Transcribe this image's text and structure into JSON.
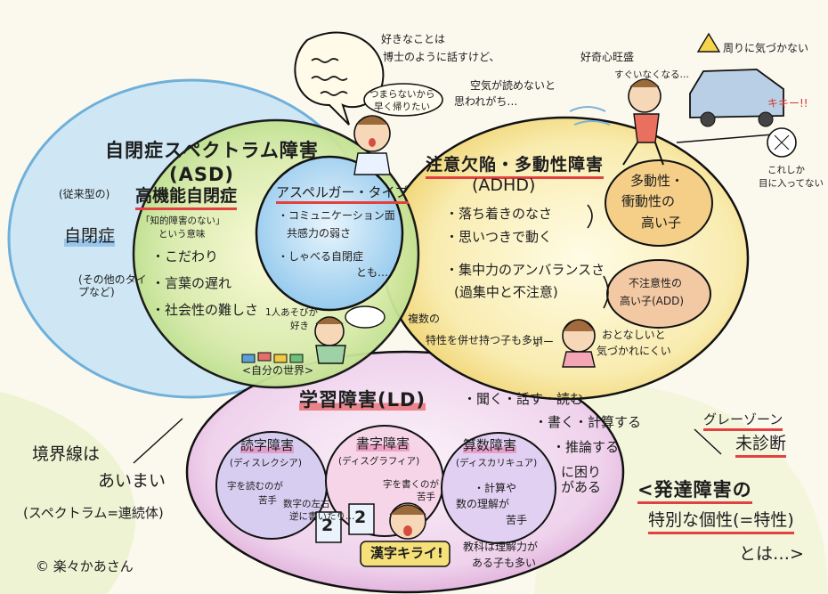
{
  "diagram": {
    "asd": {
      "title": "自閉症スペクトラム障害",
      "abbr": "(ASD)",
      "classic_paren": "(従来型の)",
      "classic_label": "自閉症",
      "other_types": "(その他のタイプなど)",
      "hfa": {
        "title": "高機能自閉症",
        "note1": "「知的障害のない」",
        "note2": "という意味",
        "items": [
          "・こだわり",
          "・言葉の遅れ",
          "・社会性の難しさ"
        ]
      }
    },
    "asperger": {
      "title": "アスペルガー・タイプ",
      "lines": [
        "・コミュニケーション面・",
        "共感力の弱さ",
        "・しゃべる自閉症",
        "とも…"
      ]
    },
    "bubble_top": {
      "text1": "好きなことは",
      "text2": "博士のように話すけど、",
      "text3": "空気が読めないと",
      "text4": "思われがち…",
      "small1": "つまらないから",
      "small2": "早く帰りたい"
    },
    "adhd": {
      "title": "注意欠陥・多動性障害",
      "abbr": "(ADHD)",
      "items": [
        "・落ち着きのなさ",
        "・思いつきで動く",
        "・集中力のアンバランスさ",
        "(過集中と不注意)"
      ],
      "hyper_box": [
        "多動性・",
        "衝動性の",
        "高い子"
      ],
      "inatt_box": [
        "不注意性の",
        "高い子(ADD)"
      ],
      "quiet1": "おとなしいと",
      "quiet2": "気づかれにくい",
      "po": "ポー",
      "top_scene": {
        "curiosity": "好奇心旺盛",
        "cannot_stop": "すぐいなくなる…",
        "not_noticing": "周りに気づかない",
        "screech": "キキー!!",
        "only_this1": "これしか",
        "only_this2": "目に入ってない"
      }
    },
    "overlap": {
      "play1": "1人あそびが",
      "play2": "好き",
      "world": "<自分の世界>",
      "multi1": "複数の",
      "multi2": "特性を併せ持つ子も多い"
    },
    "ld": {
      "title": "学習障害(LD)",
      "abilities": [
        "・聞く・話す・読む",
        "・書く・計算する",
        "・推論する",
        "に困りがある"
      ],
      "dyslexia": {
        "title": "読字障害",
        "sub": "(ディスレクシア)",
        "desc1": "字を読むのが",
        "desc2": "苦手"
      },
      "dysgraphia": {
        "title": "書字障害",
        "sub": "(ディスグラフィア)",
        "desc1": "字を書くのが",
        "desc2": "苦手"
      },
      "dyscalculia": {
        "title": "算数障害",
        "sub": "(ディスカリキュア)",
        "desc1": "・計算や",
        "desc2": "数の理解が",
        "desc3": "苦手"
      },
      "mirror1": "数字の左右",
      "mirror2": "逆に書いたり…",
      "kanji": "漢字キライ!",
      "subjects1": "教科は理解力が",
      "subjects2": "ある子も多い",
      "digits": [
        "2",
        "2"
      ]
    },
    "border": {
      "line1": "境界線は",
      "line2": "あいまい",
      "line3": "(スペクトラム=連続体)"
    },
    "gray": {
      "zone": "グレーゾーン",
      "undiagnosed": "未診断"
    },
    "conclusion": {
      "line1": "<発達障害の",
      "line2": "特別な個性(=特性)",
      "line3": "とは…>"
    },
    "credit": "© 楽々かあさん",
    "colors": {
      "asd_fill": "#c9e59a",
      "asd_outer": "#8cc3e6",
      "asperger_fill": "#9fd0ef",
      "adhd_fill": "#f4e39a",
      "ld_fill": "#e8bfe2",
      "highlight_red": "#e3413f",
      "background": "#fbf8ee"
    }
  }
}
